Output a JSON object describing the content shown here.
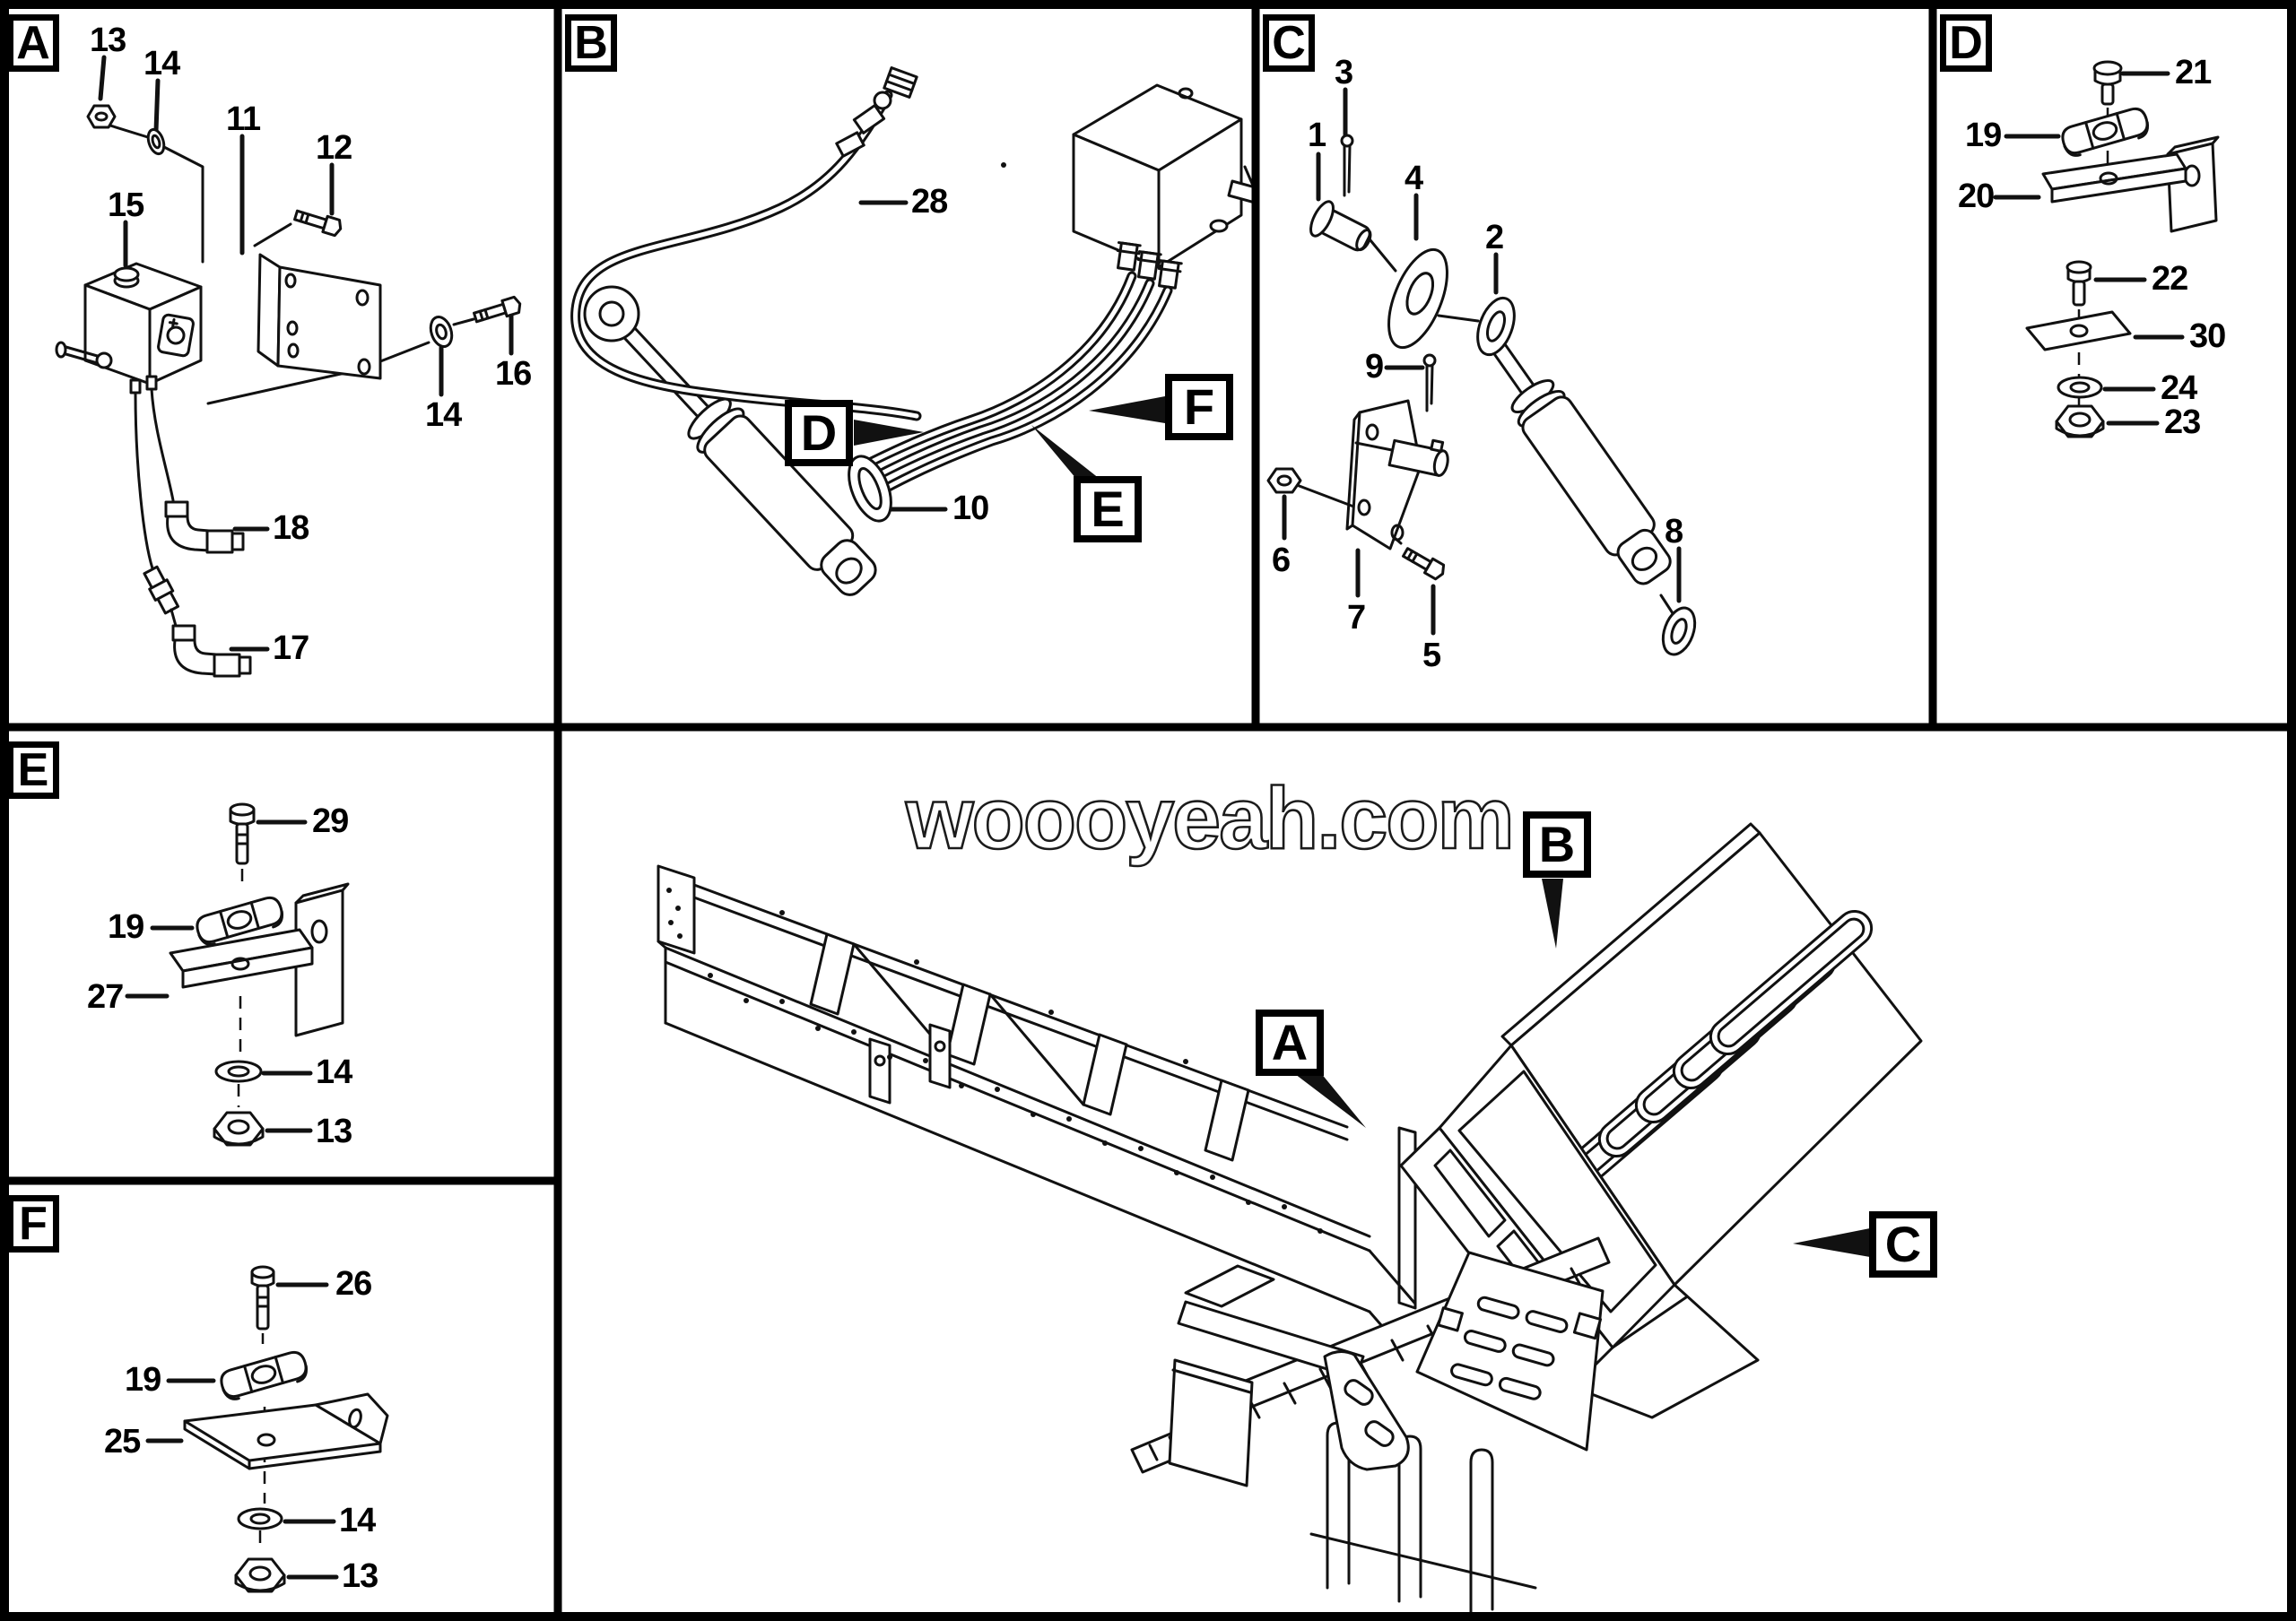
{
  "page": {
    "background": "#ffffff",
    "line_color": "#111111"
  },
  "watermark": {
    "text": "woooyeah.com"
  },
  "panels": {
    "a": {
      "letter": "A",
      "labels": {
        "n13": "13",
        "n14a": "14",
        "n11": "11",
        "n12": "12",
        "n15": "15",
        "n16": "16",
        "n14b": "14",
        "n18": "18",
        "n17": "17"
      }
    },
    "b": {
      "letter": "B",
      "labels": {
        "n28": "28",
        "n10": "10"
      },
      "callouts": {
        "d": "D",
        "e": "E",
        "f": "F"
      }
    },
    "c": {
      "letter": "C",
      "labels": {
        "n1": "1",
        "n2": "2",
        "n3": "3",
        "n4": "4",
        "n5": "5",
        "n6": "6",
        "n7": "7",
        "n8": "8",
        "n9": "9"
      }
    },
    "d": {
      "letter": "D",
      "labels": {
        "n21": "21",
        "n19": "19",
        "n20": "20",
        "n22": "22",
        "n30": "30",
        "n24": "24",
        "n23": "23"
      }
    },
    "e": {
      "letter": "E",
      "labels": {
        "n29": "29",
        "n19": "19",
        "n27": "27",
        "n14": "14",
        "n13": "13"
      }
    },
    "f": {
      "letter": "F",
      "labels": {
        "n26": "26",
        "n19": "19",
        "n25": "25",
        "n14": "14",
        "n13": "13"
      }
    }
  },
  "main": {
    "callouts": {
      "a": "A",
      "b": "B",
      "c": "C"
    }
  }
}
